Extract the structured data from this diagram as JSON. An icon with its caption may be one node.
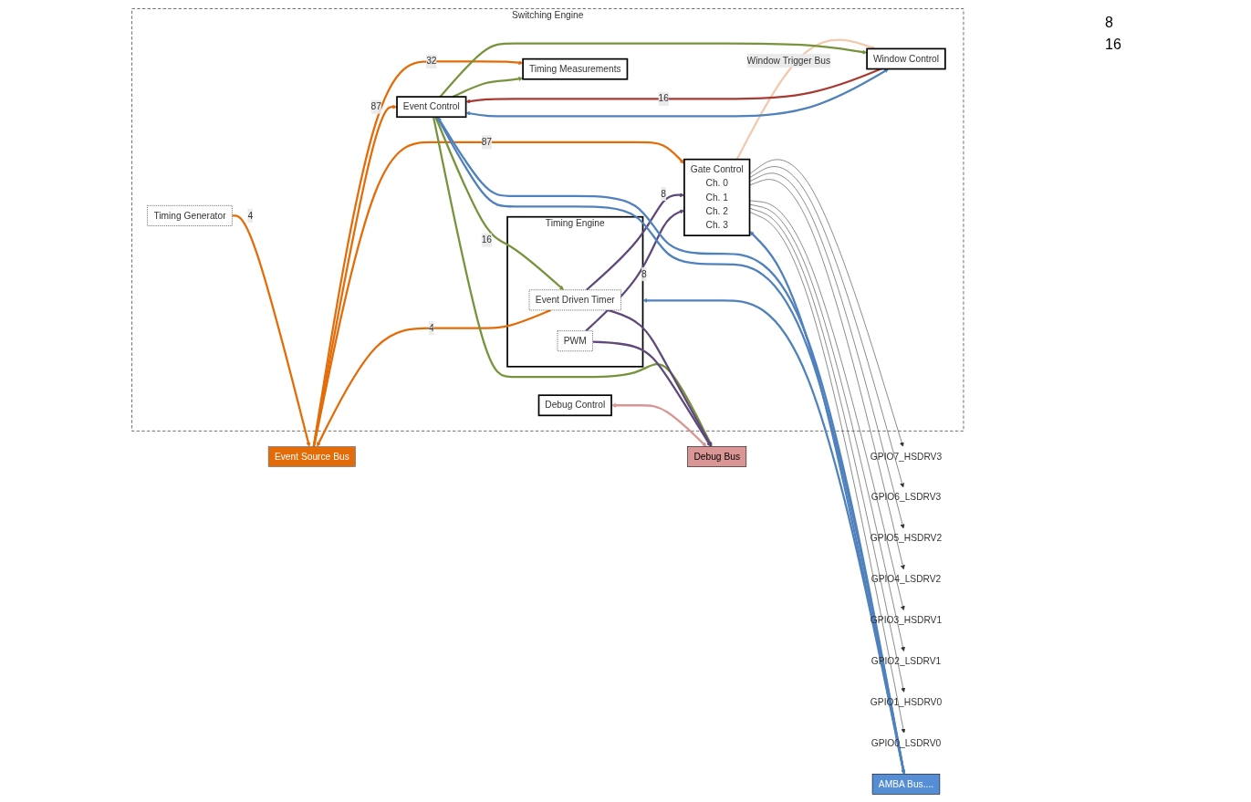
{
  "diagram": {
    "nodes": [
      {
        "text": [
          "Event Source Bus"
        ]
      },
      {
        "text": [
          "Switching Engine"
        ]
      },
      {
        "text": [
          "Timing Generator"
        ],
        "in": 1
      },
      {
        "text": [
          "Window Control"
        ],
        "in": 1
      },
      {
        "text": [
          "Event Control"
        ],
        "in": 1
      },
      {
        "text": [
          "Timing Engine"
        ],
        "in": 1
      },
      {
        "text": [
          "Event Driven Timer"
        ],
        "in": 5
      },
      {
        "text": [
          "PWM"
        ],
        "in": 5
      },
      {
        "text": [
          "Gate Control",
          "Ch. 0",
          "Ch. 1",
          "Ch. 2",
          "Ch. 3"
        ],
        "in": 1
      },
      {
        "text": [
          "Timing Measurements"
        ],
        "in": 1
      },
      {
        "text": [
          "Debug Control"
        ],
        "in": 1
      },
      {
        "text": [
          "AMBA Bus...."
        ]
      },
      {
        "text": [
          "Debug Bus"
        ]
      },
      {
        "text": [
          "GPIO0_LSDRV0"
        ]
      },
      {
        "text": [
          "GPIO1_HSDRV0"
        ]
      },
      {
        "text": [
          "GPIO2_LSDRV1"
        ]
      },
      {
        "text": [
          "GPIO3_HSDRV1"
        ]
      },
      {
        "text": [
          "GPIO4_LSDRV2"
        ]
      },
      {
        "text": [
          "GPIO5_HSDRV2"
        ]
      },
      {
        "text": [
          "GPIO6_LSDRV3"
        ]
      },
      {
        "text": [
          "GPIO7_HSDRV3"
        ]
      }
    ],
    "edges": [
      {
        "from": 0,
        "to": 4,
        "arrow": "to",
        "label": "87",
        "color": "#e36c09"
      },
      {
        "from": 0,
        "to": 9,
        "arrow": "to",
        "label": "32",
        "color": "#e36c09"
      },
      {
        "from": 2,
        "to": 0,
        "arrow": "to",
        "label": "4",
        "color": "#e36c09"
      },
      {
        "from": 6,
        "to": 0,
        "arrow": "to",
        "label": "4",
        "color": "#e36c09"
      },
      {
        "from": 0,
        "to": 8,
        "arrow": "to",
        "label": "87",
        "color": "#e36c09"
      },
      {
        "from": 8,
        "to": 3,
        "arrow": "to",
        "label": "Window Trigger Bus",
        "color": "#f2c9ae"
      },
      {
        "from": 3,
        "to": 4,
        "arrow": "to",
        "label": "16",
        "color": "#a93a32"
      },
      {
        "from": 3,
        "to": 4,
        "arrow": "both",
        "color": "#4f81bd"
      },
      {
        "from": 4,
        "to": 3,
        "arrow": "to",
        "color": "#77933c"
      },
      {
        "from": 4,
        "to": 9,
        "arrow": "to",
        "color": "#77933c"
      },
      {
        "from": 4,
        "to": 6,
        "arrow": "to",
        "label": "16",
        "color": "#77933c"
      },
      {
        "from": 4,
        "to": 12,
        "arrow": "to",
        "color": "#77933c"
      },
      {
        "from": 6,
        "to": 8,
        "arrow": "to",
        "label": "8",
        "color": "#5f497a"
      },
      {
        "from": 7,
        "to": 8,
        "arrow": "to",
        "label": "8",
        "color": "#5f497a"
      },
      {
        "from": 6,
        "to": 12,
        "arrow": "to",
        "color": "#5f497a"
      },
      {
        "from": 7,
        "to": 12,
        "arrow": "to",
        "color": "#5f497a"
      },
      {
        "from": 4,
        "to": 11,
        "arrow": "both",
        "color": "#4f81bd"
      },
      {
        "from": 4,
        "to": 11,
        "arrow": "both",
        "color": "#4f81bd"
      },
      {
        "from": 5,
        "to": 11,
        "arrow": "both",
        "color": "#4f81bd"
      },
      {
        "from": 8,
        "to": 11,
        "arrow": "both",
        "color": "#4f81bd"
      },
      {
        "from": 10,
        "to": 12,
        "arrow": "both",
        "color": "#d99694"
      },
      {
        "from": 8,
        "to": 13,
        "arrow": "to"
      },
      {
        "from": 8,
        "to": 14,
        "arrow": "to"
      },
      {
        "from": 8,
        "to": 15,
        "arrow": "to"
      },
      {
        "from": 8,
        "to": 16,
        "arrow": "to"
      },
      {
        "from": 8,
        "to": 17,
        "arrow": "to"
      },
      {
        "from": 8,
        "to": 18,
        "arrow": "to"
      },
      {
        "from": 8,
        "to": 19,
        "arrow": "to"
      },
      {
        "from": 8,
        "to": 20,
        "arrow": "to"
      }
    ],
    "labels": [
      "8",
      "16"
    ]
  }
}
